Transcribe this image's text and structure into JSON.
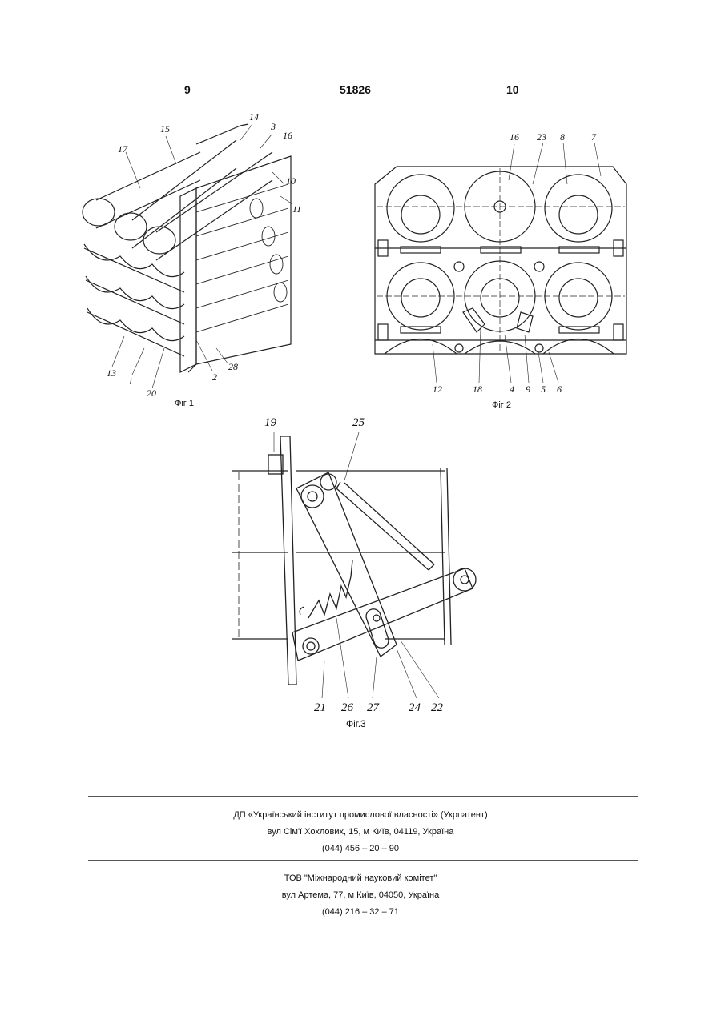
{
  "header": {
    "page_left": "9",
    "patent_number": "51826",
    "page_right": "10"
  },
  "figures": {
    "fig1": {
      "caption": "Фіг 1",
      "labels": {
        "l15": "15",
        "l14": "14",
        "l3": "3",
        "l16": "16",
        "l17": "17",
        "l10": "10",
        "l11": "11",
        "l13": "13",
        "l1": "1",
        "l20": "20",
        "l2": "2",
        "l28": "28"
      }
    },
    "fig2": {
      "caption": "Фіг 2",
      "labels": {
        "l16": "16",
        "l23": "23",
        "l8": "8",
        "l7": "7",
        "l12": "12",
        "l18": "18",
        "l4": "4",
        "l9": "9",
        "l5": "5",
        "l6": "6"
      }
    },
    "fig3": {
      "caption": "Фіг.3",
      "labels": {
        "l19": "19",
        "l25": "25",
        "l21": "21",
        "l26": "26",
        "l27": "27",
        "l24": "24",
        "l22": "22"
      }
    }
  },
  "footer": {
    "block1": {
      "org": "ДП «Український інститут промислової власності» (Укрпатент)",
      "address": "вул  Сім'ї Хохлових, 15, м  Київ, 04119, Україна",
      "phone": "(044) 456 – 20 –  90"
    },
    "block2": {
      "org": "ТОВ \"Міжнародний науковий комітет\"",
      "address": "вул  Артема, 77, м  Київ, 04050, Україна",
      "phone": "(044) 216 – 32 – 71"
    }
  }
}
